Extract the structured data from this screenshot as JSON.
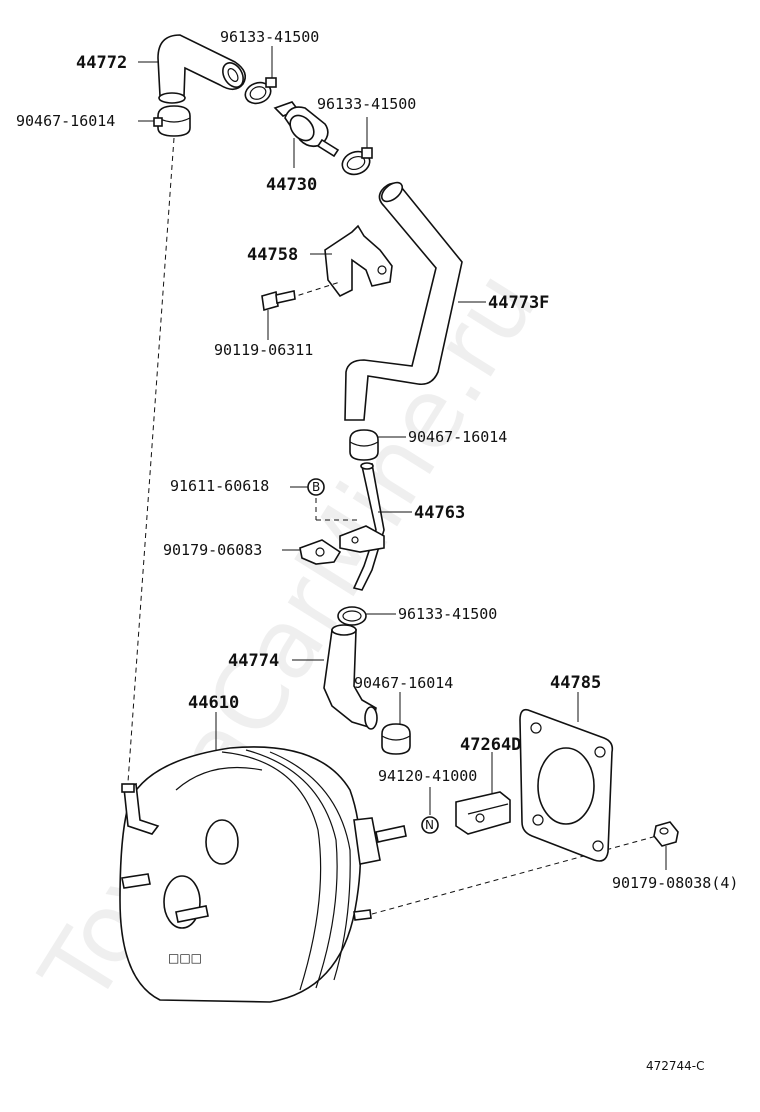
{
  "watermark": "ToyotaCarMine.ru",
  "parts": {
    "hose_upper": "44772",
    "clamp_upper_left": "90467-16014",
    "clamp_top_1": "96133-41500",
    "clamp_top_2": "96133-41500",
    "check_valve": "44730",
    "bracket": "44758",
    "bracket_bolt": "90119-06311",
    "hose_long": "44773F",
    "clamp_mid": "90467-16014",
    "ref_b_part": "91611-60618",
    "ref_b_marker": "B",
    "pipe": "44763",
    "nut_clip": "90179-06083",
    "clamp_lower_1": "96133-41500",
    "hose_elbow": "44774",
    "clamp_lower_2": "90467-16014",
    "booster": "44610",
    "gasket": "44785",
    "clevis": "47264D",
    "clevis_nut": "94120-41000",
    "ref_n_marker": "N",
    "mount_nut": "90179-08038(4)"
  },
  "figure_code": "472744-C"
}
